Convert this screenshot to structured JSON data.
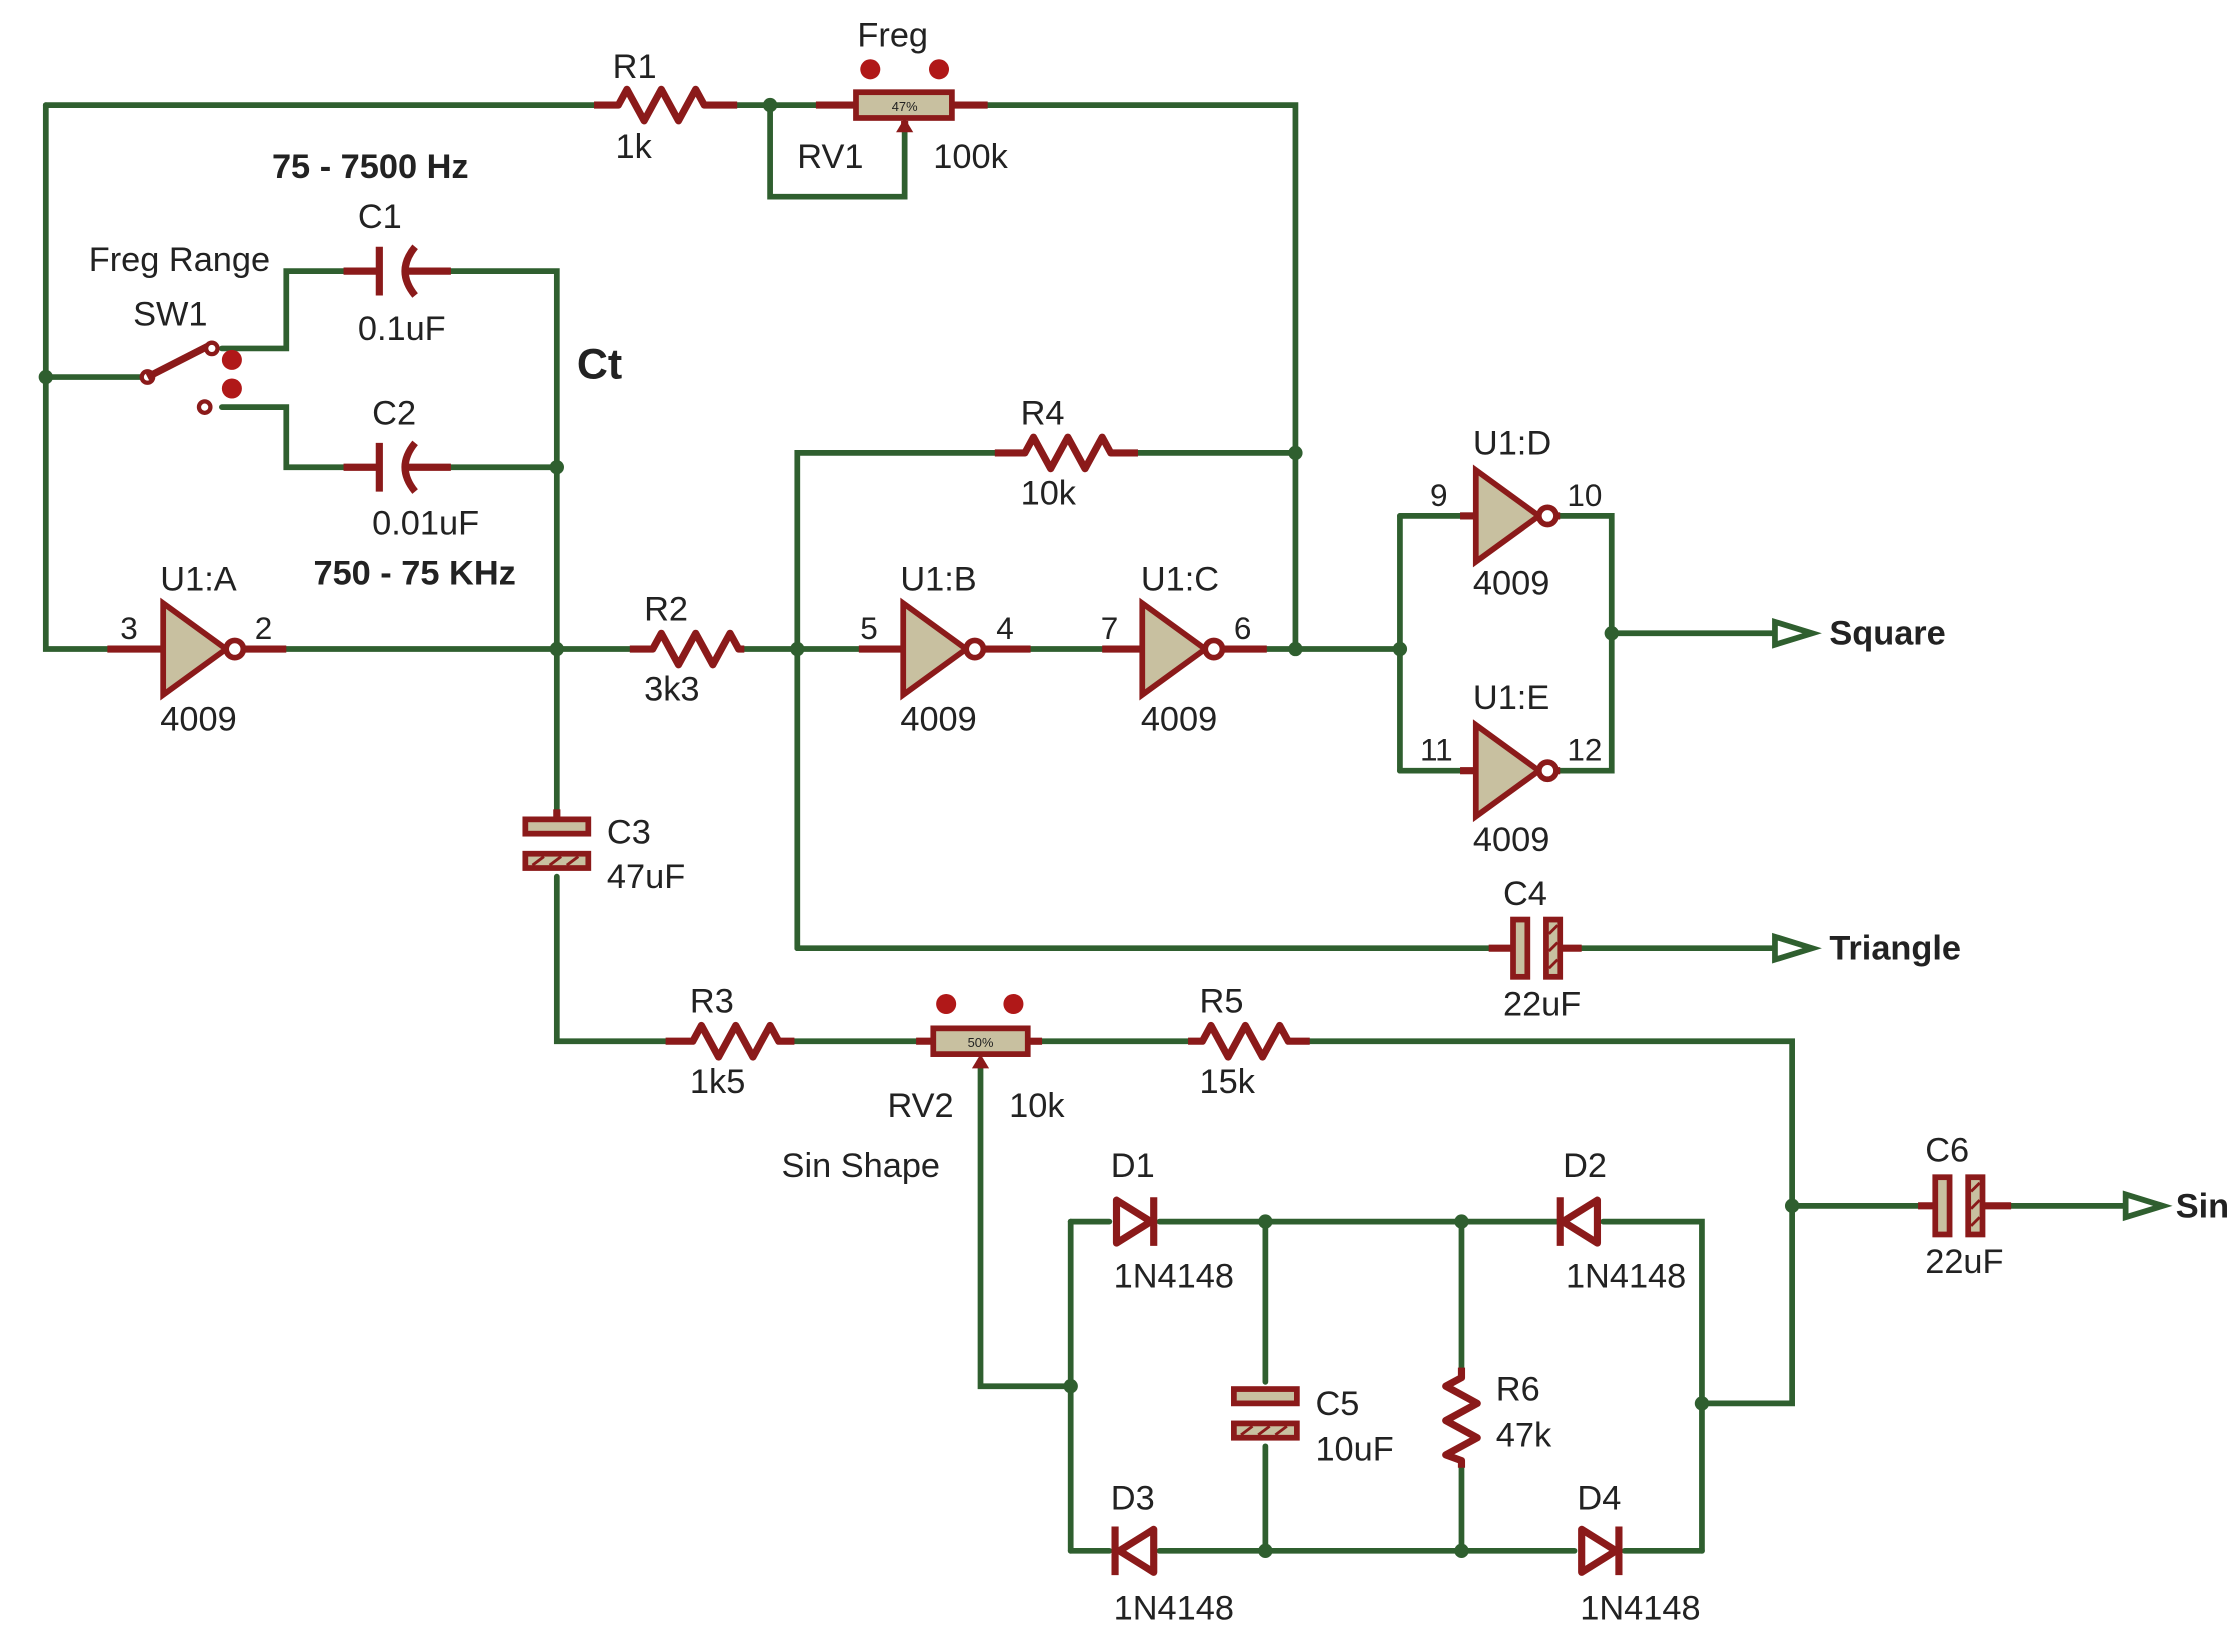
{
  "title": "",
  "components": {
    "r1": {
      "ref": "R1",
      "value": "1k"
    },
    "rv1": {
      "ref": "RV1",
      "value": "100k",
      "name": "Freg",
      "position": "47%"
    },
    "c1": {
      "ref": "C1",
      "value": "0.1uF"
    },
    "c2": {
      "ref": "C2",
      "value": "0.01uF"
    },
    "sw1": {
      "ref": "SW1",
      "name": "Freg Range"
    },
    "r4": {
      "ref": "R4",
      "value": "10k"
    },
    "r2": {
      "ref": "R2",
      "value": "3k3"
    },
    "u1a": {
      "ref": "U1:A",
      "value": "4009",
      "pin_in": "3",
      "pin_out": "2"
    },
    "u1b": {
      "ref": "U1:B",
      "value": "4009",
      "pin_in": "5",
      "pin_out": "4"
    },
    "u1c": {
      "ref": "U1:C",
      "value": "4009",
      "pin_in": "7",
      "pin_out": "6"
    },
    "u1d": {
      "ref": "U1:D",
      "value": "4009",
      "pin_in": "9",
      "pin_out": "10"
    },
    "u1e": {
      "ref": "U1:E",
      "value": "4009",
      "pin_in": "11",
      "pin_out": "12"
    },
    "c3": {
      "ref": "C3",
      "value": "47uF"
    },
    "c4": {
      "ref": "C4",
      "value": "22uF"
    },
    "r3": {
      "ref": "R3",
      "value": "1k5"
    },
    "rv2": {
      "ref": "RV2",
      "value": "10k",
      "name": "Sin Shape",
      "position": "50%"
    },
    "r5": {
      "ref": "R5",
      "value": "15k"
    },
    "d1": {
      "ref": "D1",
      "value": "1N4148"
    },
    "d2": {
      "ref": "D2",
      "value": "1N4148"
    },
    "d3": {
      "ref": "D3",
      "value": "1N4148"
    },
    "d4": {
      "ref": "D4",
      "value": "1N4148"
    },
    "c5": {
      "ref": "C5",
      "value": "10uF"
    },
    "r6": {
      "ref": "R6",
      "value": "47k"
    },
    "c6": {
      "ref": "C6",
      "value": "22uF"
    }
  },
  "annotations": {
    "range_high": "75 - 7500 Hz",
    "range_low": "750 - 75 KHz",
    "timing_cap": "Ct"
  },
  "outputs": {
    "square": "Square",
    "triangle": "Triangle",
    "sin": "Sin"
  },
  "colors": {
    "wire": "#2f5f2f",
    "component": "#8b1a1a",
    "body_fill": "#c8c0a0",
    "indicator": "#b01818"
  }
}
